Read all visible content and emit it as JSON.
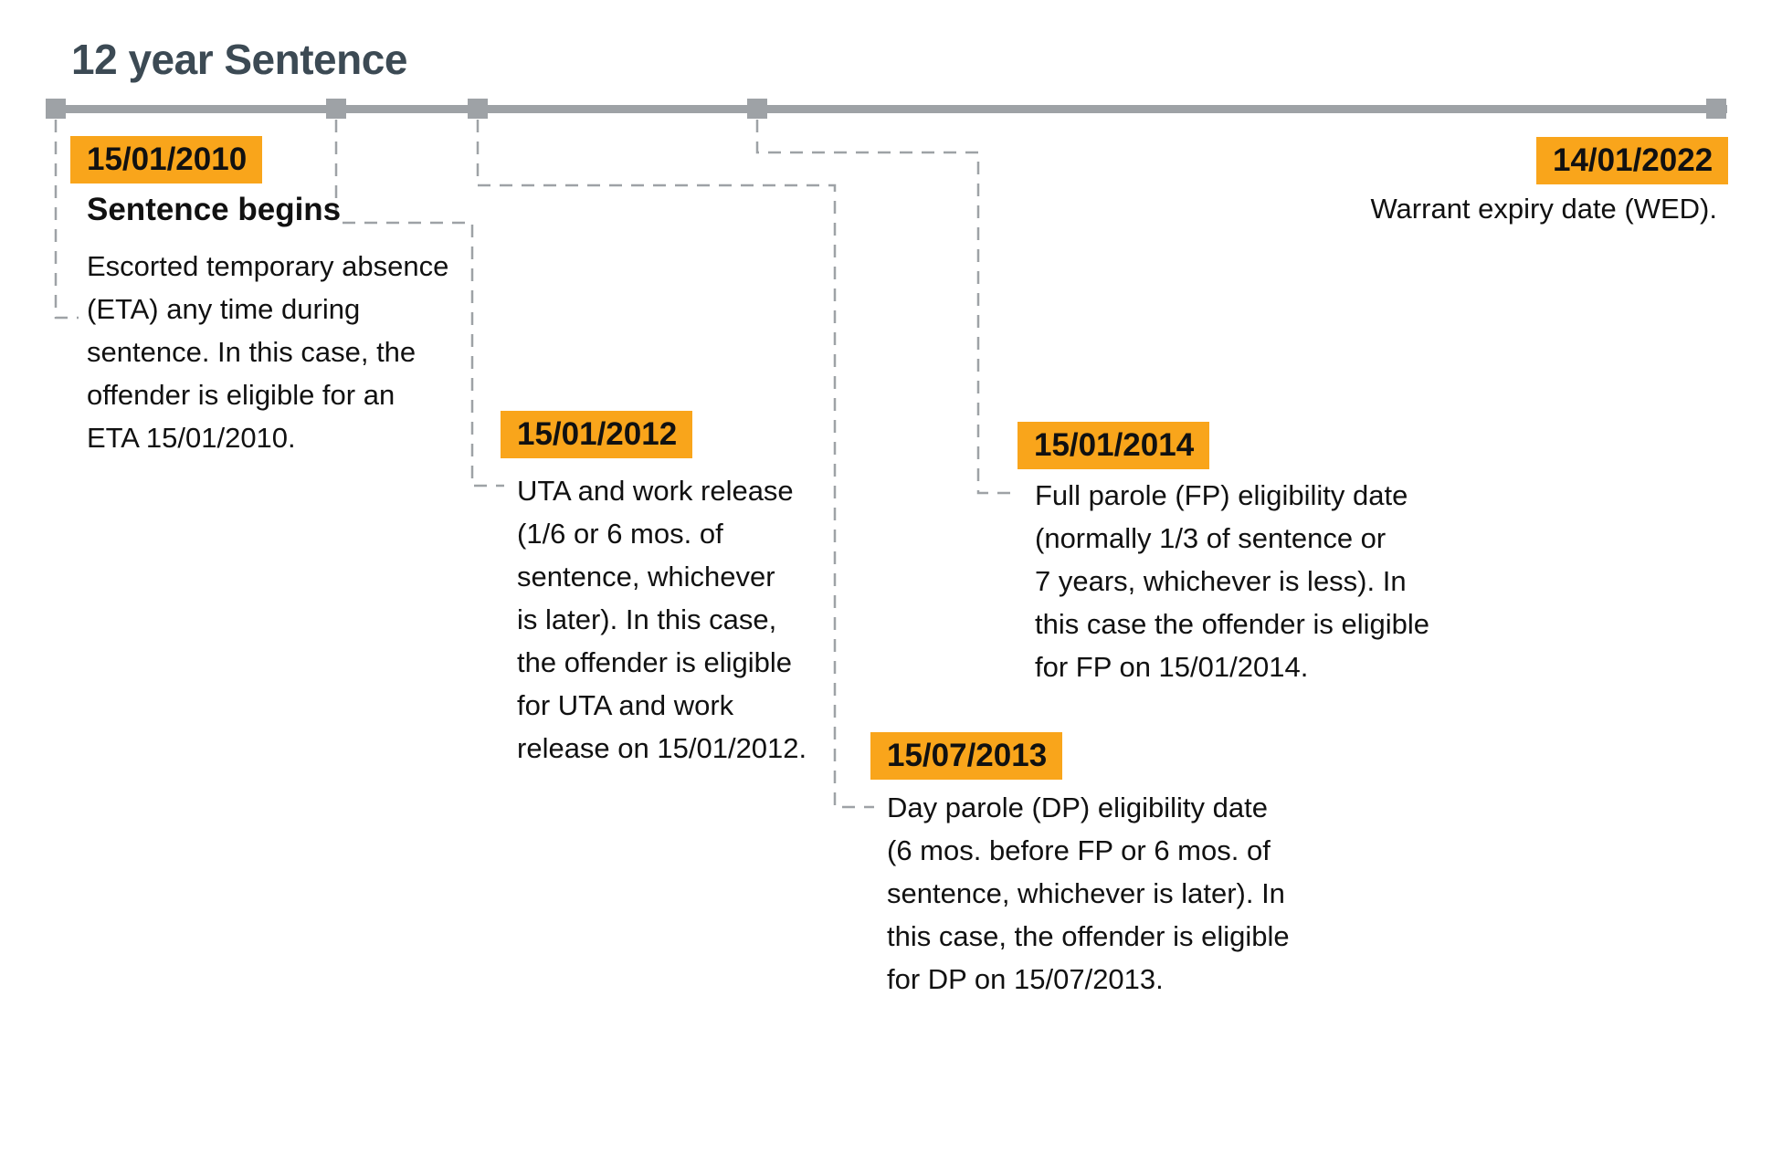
{
  "title": "12 year Sentence",
  "colors": {
    "accent": "#F9A51B",
    "timeline": "#9EA2A6",
    "title": "#3C4A54",
    "text": "#111111"
  },
  "events": [
    {
      "id": "sentence-begins",
      "date": "15/01/2010",
      "heading": "Sentence begins",
      "description": "Escorted temporary absence\n(ETA) any time during\nsentence. In this case, the\noffender is eligible for an\nETA 15/01/2010."
    },
    {
      "id": "uta-work-release",
      "date": "15/01/2012",
      "description": "UTA and work release\n(1/6 or 6 mos. of\nsentence, whichever\nis later). In this case,\nthe offender is eligible\nfor UTA and work\nrelease on 15/01/2012."
    },
    {
      "id": "day-parole",
      "date": "15/07/2013",
      "description": "Day parole (DP) eligibility date\n(6 mos. before FP or 6 mos. of\nsentence, whichever is later). In\nthis case, the offender is eligible\nfor DP on 15/07/2013."
    },
    {
      "id": "full-parole",
      "date": "15/01/2014",
      "description": "Full parole (FP) eligibility date\n(normally 1/3 of sentence or\n7 years, whichever is less). In\nthis case the offender is eligible\nfor FP on 15/01/2014."
    },
    {
      "id": "warrant-expiry",
      "date": "14/01/2022",
      "description": "Warrant expiry date (WED)."
    }
  ]
}
